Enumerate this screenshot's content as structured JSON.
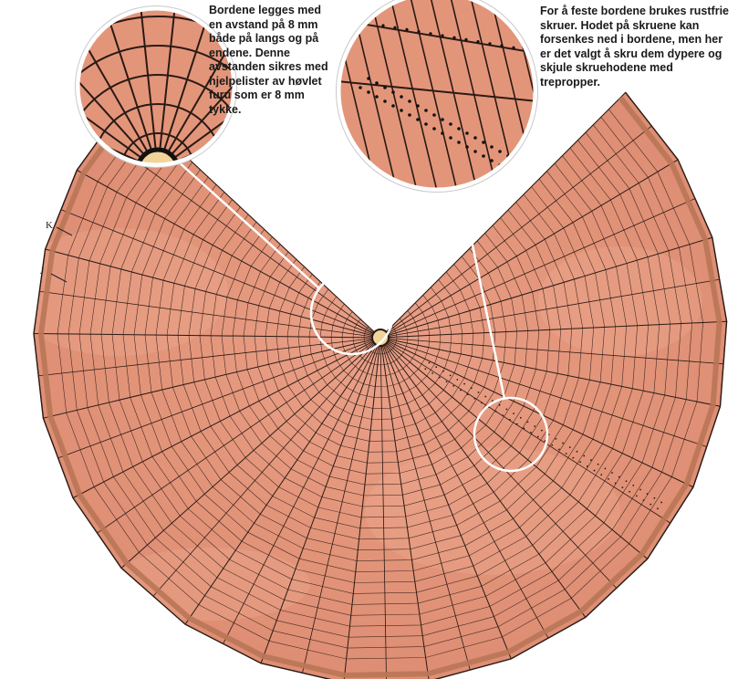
{
  "captions": {
    "left": "Bordene legges med en avstand på 8 mm både på langs og på endene. Denne avstanden sikres med hjelpelister av høvlet furu som er 8 mm tykke.",
    "right": "For å feste bordene brukes rustfrie skruer. Hodet på skruene kan forsenkes ned i bordene, men her er det valgt å skru dem dypere og skjule skruehodene med trepropper."
  },
  "labels": {
    "k": "K",
    "j": "J"
  },
  "colors": {
    "wood": "#e3957a",
    "wood_light": "#eeab92",
    "wood_dark": "#d5826a",
    "line": "#2a1a14",
    "edge_strip": "#b97658",
    "center_post": "#f0d49a",
    "callout": "#ffffff"
  },
  "icons": {
    "deck_plan": "circular-deck-icon",
    "detail_left": "magnifier-circle-icon",
    "detail_right": "magnifier-circle-icon"
  }
}
